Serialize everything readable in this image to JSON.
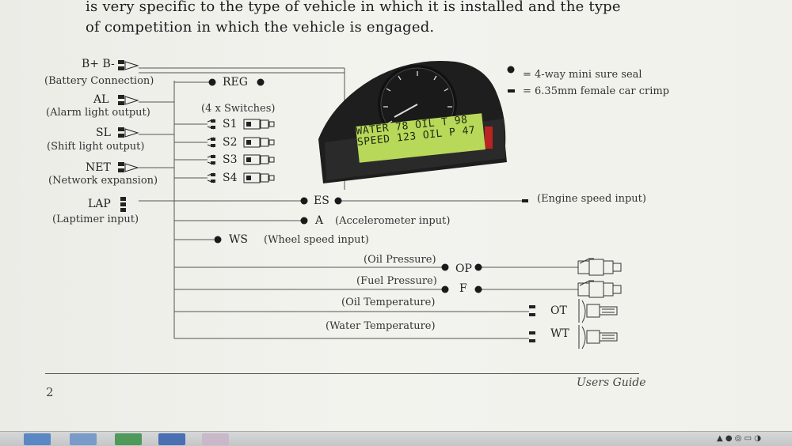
{
  "intro_lines": [
    "is very specific to the type of vehicle in which it is installed and the type",
    "of competition in which the vehicle is engaged."
  ],
  "legend": {
    "round": "= 4-way mini sure seal",
    "square": "= 6.35mm female car crimp"
  },
  "connectors": {
    "battery": {
      "code": "B+ B-",
      "desc": "(Battery Connection)"
    },
    "alarm": {
      "code": "AL",
      "desc": "(Alarm light output)"
    },
    "shift": {
      "code": "SL",
      "desc": "(Shift light output)"
    },
    "network": {
      "code": "NET",
      "desc": "(Network expansion)"
    },
    "laptimer": {
      "code": "LAP",
      "desc": "(Laptimer input)"
    }
  },
  "reg": "REG",
  "switches": {
    "title": "(4 x Switches)",
    "items": [
      "S1",
      "S2",
      "S3",
      "S4"
    ]
  },
  "inputs": {
    "es": {
      "code": "ES",
      "desc": "(Engine speed input)"
    },
    "a": {
      "code": "A",
      "desc": "(Accelerometer input)"
    },
    "ws": {
      "code": "WS",
      "desc": "(Wheel speed input)"
    },
    "op": {
      "code": "OP",
      "desc": "(Oil Pressure)"
    },
    "f": {
      "code": "F",
      "desc": "(Fuel Pressure)"
    },
    "ot": {
      "code": "OT",
      "desc": "(Oil Temperature)"
    },
    "wt": {
      "code": "WT",
      "desc": "(Water Temperature)"
    }
  },
  "lcd": {
    "line1": "WATER 78 OIL T 98",
    "line2": "SPEED 123 OIL P 47"
  },
  "footer": {
    "page_number": "2",
    "guide": "Users Guide"
  },
  "colors": {
    "lcd_green": "#b8d85a",
    "dash_body": "#1e1e1e"
  }
}
